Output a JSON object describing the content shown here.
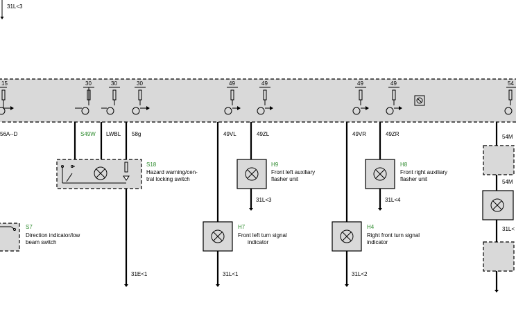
{
  "top_ref": "31L<3",
  "bus_terminals": [
    "15",
    "30",
    "30",
    "30",
    "49",
    "49",
    "49",
    "49",
    "54"
  ],
  "signals": {
    "s1": "56A--D",
    "s2": "S49W",
    "s3": "LWBL",
    "s4": "58g",
    "s5": "49VL",
    "s6": "49ZL",
    "s7": "49VR",
    "s8": "49ZR",
    "s9": "54M",
    "s10": "54M"
  },
  "components": {
    "s18": {
      "code": "S18",
      "line1": "Hazard warning/cen-",
      "line2": "tral locking switch"
    },
    "h9": {
      "code": "H9",
      "line1": "Front left auxiliary",
      "line2": "flasher unit"
    },
    "h8": {
      "code": "H8",
      "line1": "Front right auxiliary",
      "line2": "flasher unit"
    },
    "s7": {
      "code": "S7",
      "line1": "Direction indicator/low",
      "line2": "beam  switch"
    },
    "h7": {
      "code": "H7",
      "line1": "Front left turn signal",
      "line2": "indicator"
    },
    "h4": {
      "code": "H4",
      "line1": "Right front turn signal",
      "line2": "indicator"
    }
  },
  "grounds": {
    "g1": "31L<3",
    "g2": "31L<4",
    "g3": "31E<1",
    "g4": "31L<1",
    "g5": "31L<2",
    "g6": "31L<"
  },
  "colors": {
    "code": "#2e8b2e",
    "module_fill": "#d9d9d9"
  }
}
